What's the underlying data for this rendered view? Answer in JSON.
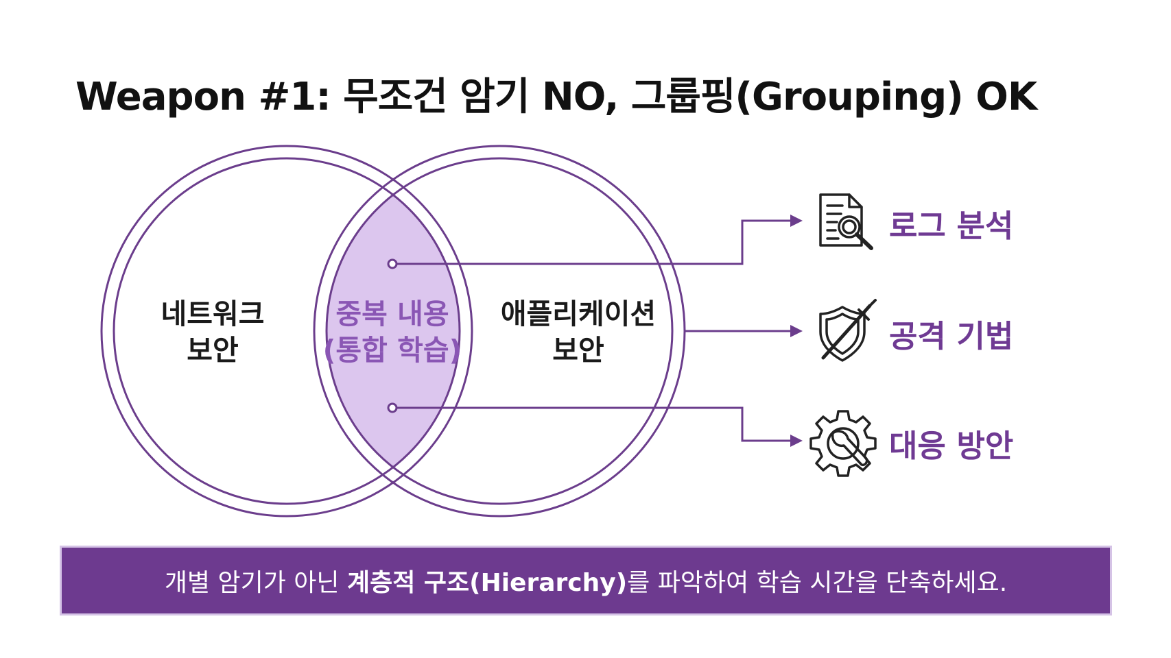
{
  "title": "Weapon #1: 무조건 암기 NO, 그룹핑(Grouping) OK",
  "venn": {
    "left_label": [
      "네트워크",
      "보안"
    ],
    "overlap_label": [
      "중복 내용",
      "(통합 학습)"
    ],
    "right_label": [
      "애플리케이션",
      "보안"
    ]
  },
  "items": [
    {
      "label": "로그 분석",
      "icon": "document-search-icon"
    },
    {
      "label": "공격 기법",
      "icon": "shield-sword-icon"
    },
    {
      "label": "대응 방안",
      "icon": "gear-wrench-icon"
    }
  ],
  "banner": {
    "prefix": "개별 암기가 아닌 ",
    "bold": "계층적 구조(Hierarchy)",
    "suffix": "를 파악하여 학습 시간을 단축하세요."
  },
  "colors": {
    "accent": "#6f3a93",
    "overlap_fill": "#dcc6ee",
    "banner_bg": "#6d3a8f",
    "circle_stroke": "#6b3d8c"
  }
}
